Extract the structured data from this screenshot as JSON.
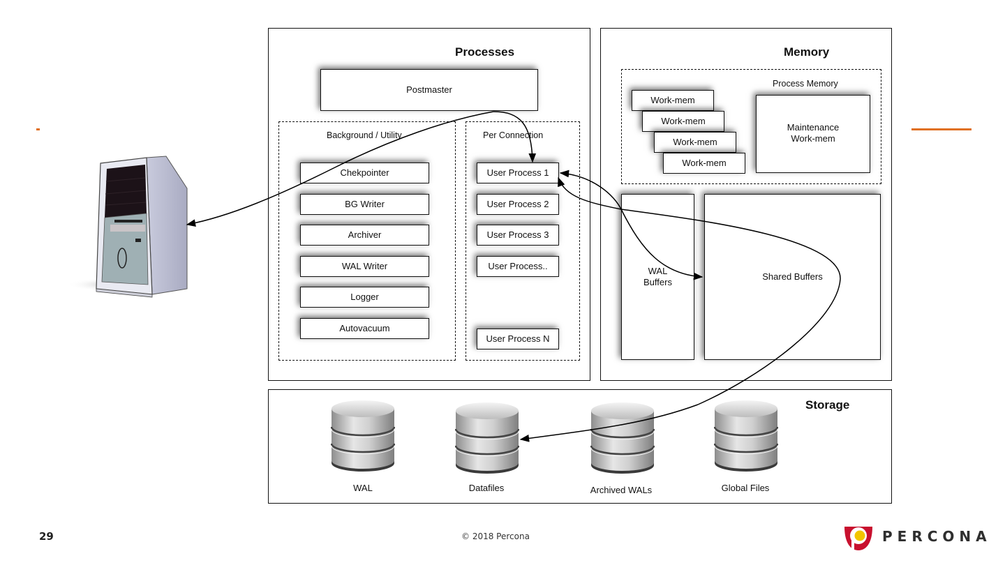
{
  "slide": {
    "page_number": "29",
    "copyright": "© 2018 Percona",
    "brand": "PERCONA",
    "accent_color": "#e07020",
    "brand_colors": {
      "red": "#c8102e",
      "yellow": "#f2c500"
    }
  },
  "client": {
    "icon": "server-tower-icon"
  },
  "processes": {
    "title": "Processes",
    "postmaster": "Postmaster",
    "background": {
      "label": "Background / Utility",
      "items": [
        "Chekpointer",
        "BG Writer",
        "Archiver",
        "WAL Writer",
        "Logger",
        "Autovacuum"
      ]
    },
    "per_connection": {
      "label": "Per Connection",
      "items": [
        "User Process 1",
        "User Process 2",
        "User Process 3",
        "User Process..",
        "User Process N"
      ]
    }
  },
  "memory": {
    "title": "Memory",
    "process_memory": {
      "label": "Process Memory",
      "work_mem": [
        "Work-mem",
        "Work-mem",
        "Work-mem",
        "Work-mem"
      ],
      "maintenance": "Maintenance Work-mem"
    },
    "wal_buffers": "WAL Buffers",
    "shared_buffers": "Shared Buffers"
  },
  "storage": {
    "title": "Storage",
    "items": [
      {
        "label": "WAL",
        "icon": "database-icon"
      },
      {
        "label": "Datafiles",
        "icon": "database-icon"
      },
      {
        "label": "Archived WALs",
        "icon": "database-icon"
      },
      {
        "label": "Global Files",
        "icon": "database-icon"
      }
    ]
  },
  "connections": [
    {
      "from": "Postmaster",
      "to": "Client"
    },
    {
      "from": "Postmaster",
      "to": "User Process 1"
    },
    {
      "from": "WAL Buffers",
      "to": "User Process 1",
      "bidirectional": true
    },
    {
      "from": "Shared Buffers",
      "to": "User Process 1"
    },
    {
      "from": "Shared Buffers",
      "to": "Datafiles"
    }
  ]
}
